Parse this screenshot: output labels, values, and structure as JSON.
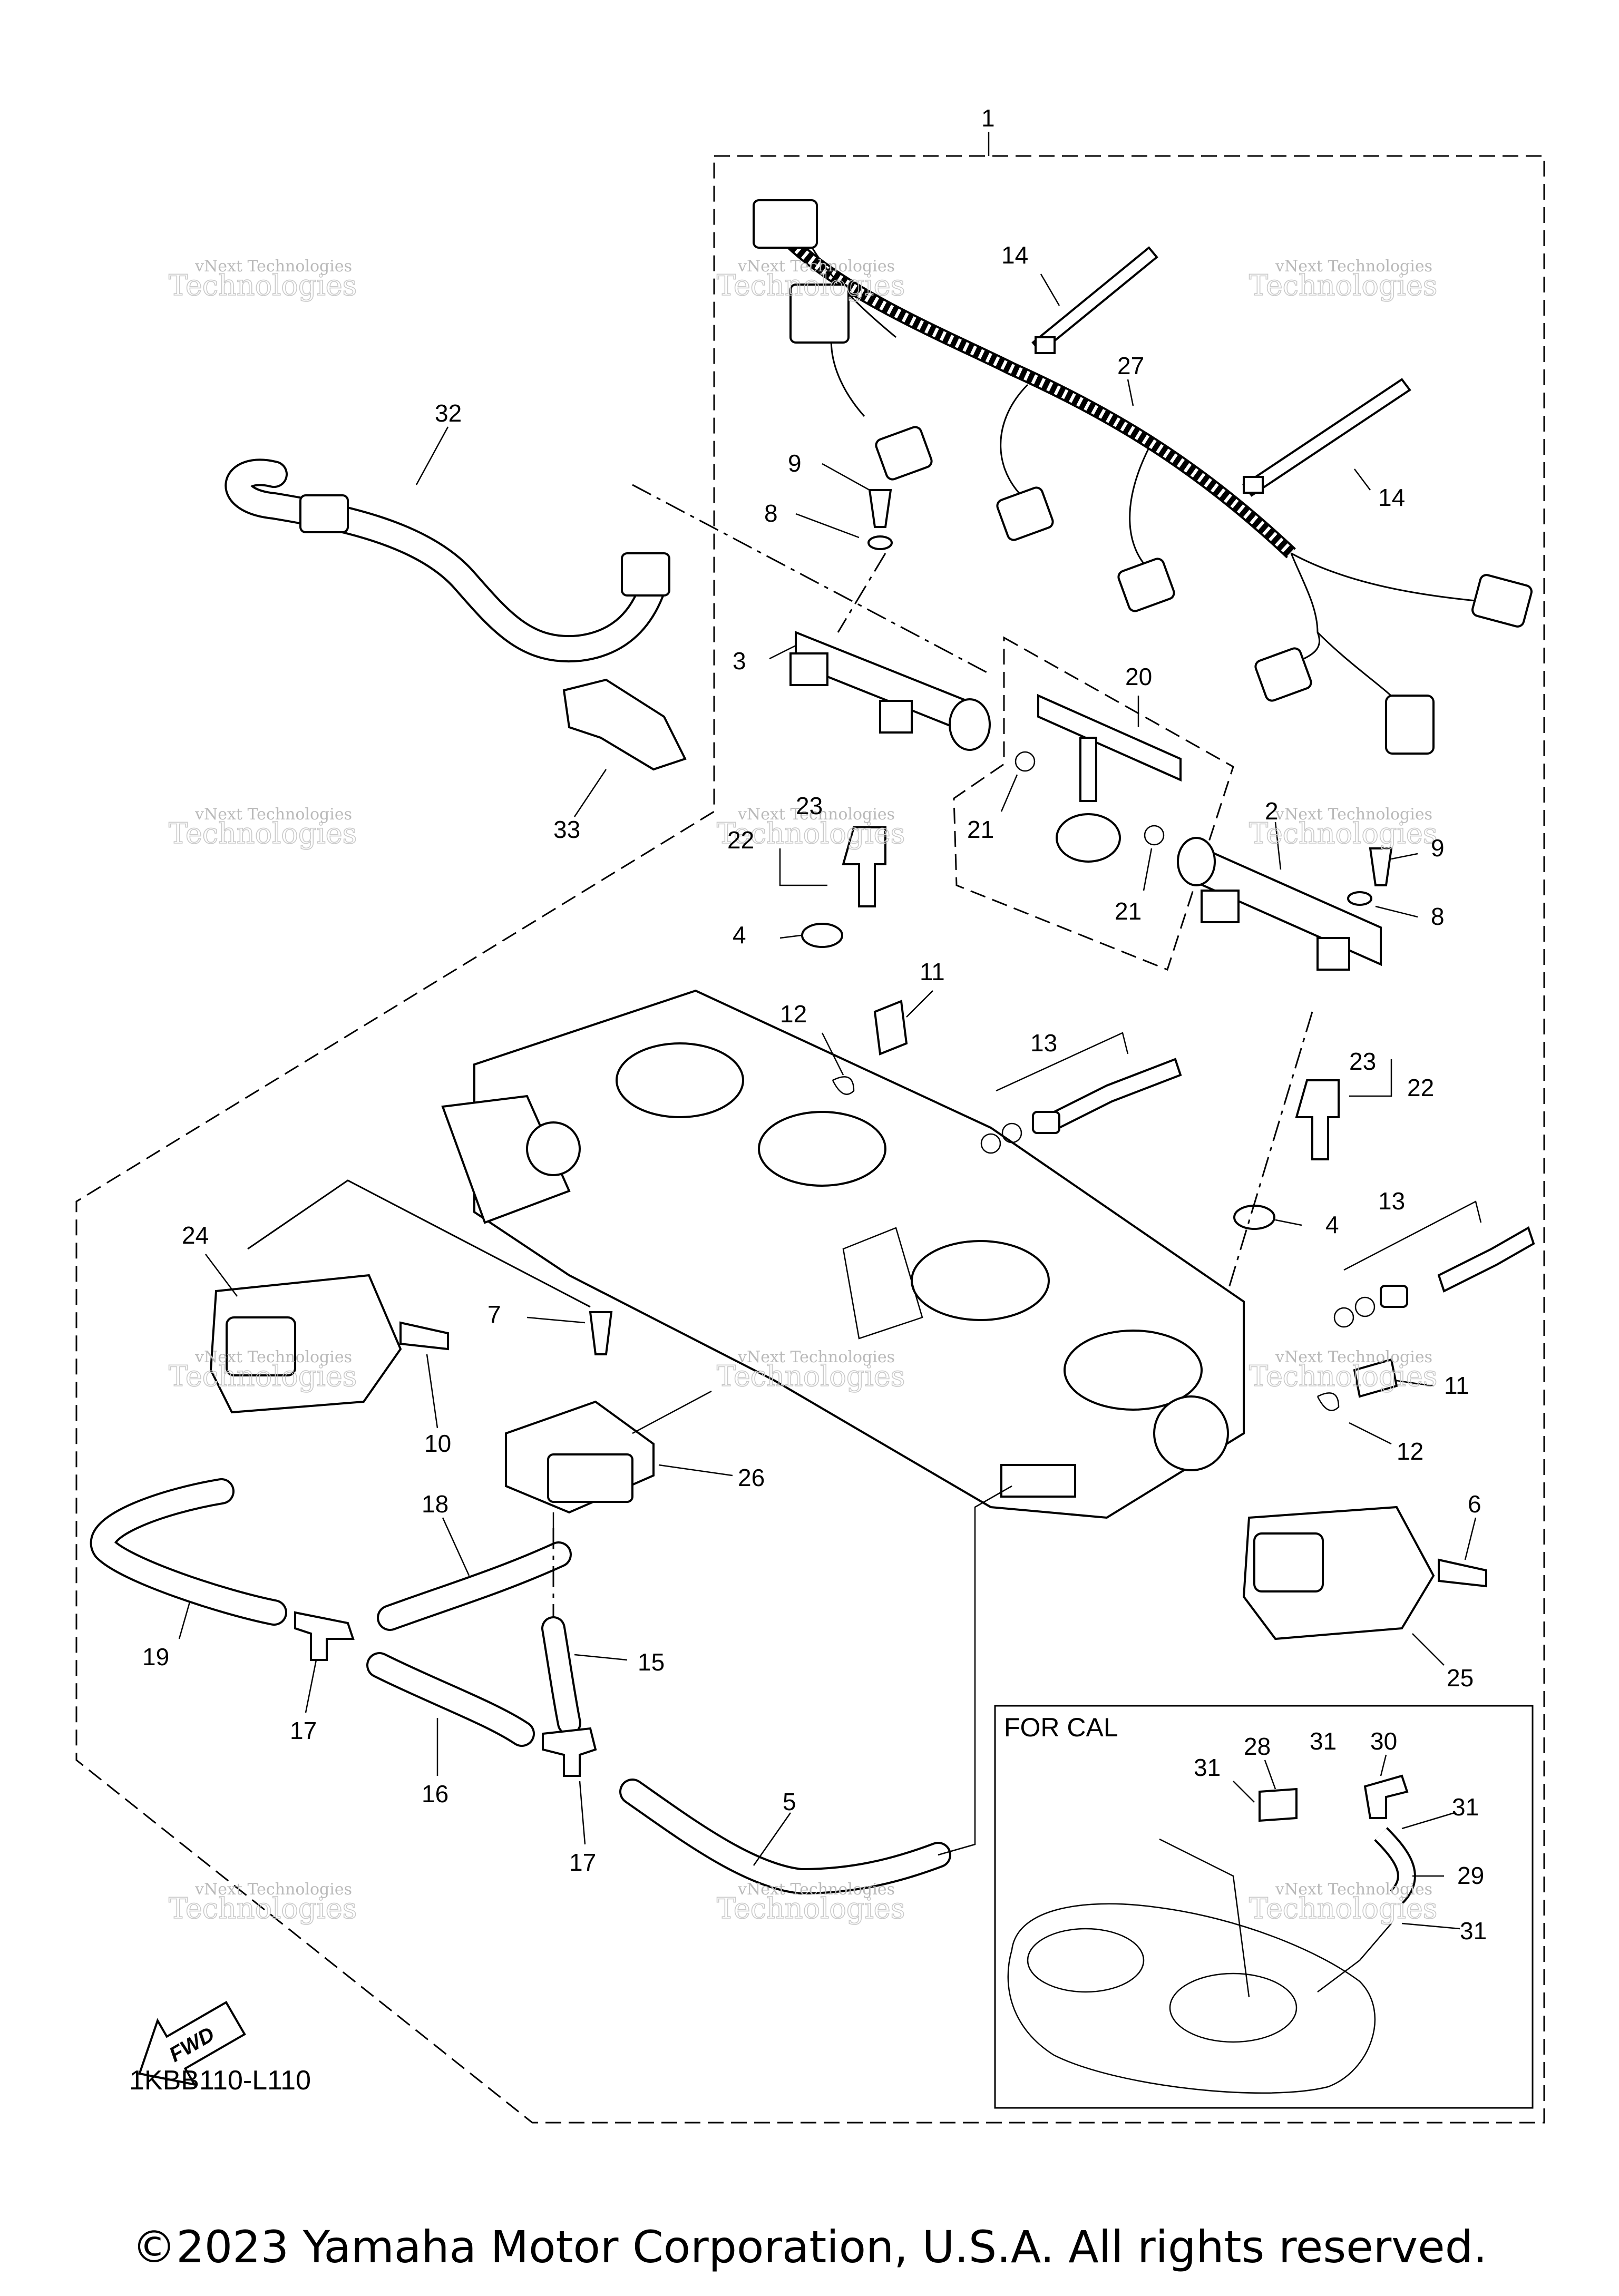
{
  "diagram": {
    "callouts": [
      {
        "id": "c1",
        "text": "1"
      },
      {
        "id": "c2",
        "text": "2"
      },
      {
        "id": "c3",
        "text": "3"
      },
      {
        "id": "c4a",
        "text": "4"
      },
      {
        "id": "c4b",
        "text": "4"
      },
      {
        "id": "c5",
        "text": "5"
      },
      {
        "id": "c6",
        "text": "6"
      },
      {
        "id": "c7",
        "text": "7"
      },
      {
        "id": "c8a",
        "text": "8"
      },
      {
        "id": "c8b",
        "text": "8"
      },
      {
        "id": "c9a",
        "text": "9"
      },
      {
        "id": "c9b",
        "text": "9"
      },
      {
        "id": "c10",
        "text": "10"
      },
      {
        "id": "c11a",
        "text": "11"
      },
      {
        "id": "c11b",
        "text": "11"
      },
      {
        "id": "c12a",
        "text": "12"
      },
      {
        "id": "c12b",
        "text": "12"
      },
      {
        "id": "c13a",
        "text": "13"
      },
      {
        "id": "c13b",
        "text": "13"
      },
      {
        "id": "c14a",
        "text": "14"
      },
      {
        "id": "c14b",
        "text": "14"
      },
      {
        "id": "c15",
        "text": "15"
      },
      {
        "id": "c16",
        "text": "16"
      },
      {
        "id": "c17a",
        "text": "17"
      },
      {
        "id": "c17b",
        "text": "17"
      },
      {
        "id": "c18",
        "text": "18"
      },
      {
        "id": "c19",
        "text": "19"
      },
      {
        "id": "c20",
        "text": "20"
      },
      {
        "id": "c21a",
        "text": "21"
      },
      {
        "id": "c21b",
        "text": "21"
      },
      {
        "id": "c22a",
        "text": "22"
      },
      {
        "id": "c22b",
        "text": "22"
      },
      {
        "id": "c23a",
        "text": "23"
      },
      {
        "id": "c23b",
        "text": "23"
      },
      {
        "id": "c24",
        "text": "24"
      },
      {
        "id": "c25",
        "text": "25"
      },
      {
        "id": "c26",
        "text": "26"
      },
      {
        "id": "c27",
        "text": "27"
      },
      {
        "id": "c28",
        "text": "28"
      },
      {
        "id": "c29",
        "text": "29"
      },
      {
        "id": "c30",
        "text": "30"
      },
      {
        "id": "c31a",
        "text": "31"
      },
      {
        "id": "c31b",
        "text": "31"
      },
      {
        "id": "c31c",
        "text": "31"
      },
      {
        "id": "c31d",
        "text": "31"
      },
      {
        "id": "c32",
        "text": "32"
      },
      {
        "id": "c33",
        "text": "33"
      }
    ],
    "inset_title": "FOR CAL",
    "fwd_label": "FWD",
    "diagram_code": "1KBB110-L110",
    "copyright": "©2023 Yamaha Motor Corporation, U.S.A. All rights reserved.",
    "watermark": {
      "line1": "vNext Technologies",
      "line2": "Technologies"
    }
  }
}
